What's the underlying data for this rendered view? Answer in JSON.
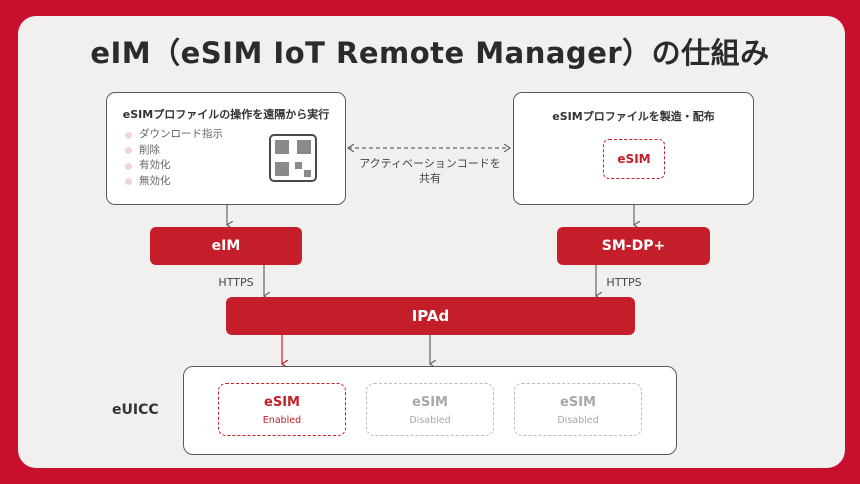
{
  "title": "eIM（eSIM IoT Remote Manager）の仕組み",
  "left_box": {
    "title": "eSIMプロファイルの操作を遠隔から実行",
    "items": [
      "ダウンロード指示",
      "削除",
      "有効化",
      "無効化"
    ]
  },
  "right_box": {
    "title": "eSIMプロファイルを製造・配布",
    "tag": "eSIM"
  },
  "share_label_line1": "アクティベーションコードを",
  "share_label_line2": "共有",
  "eim_label": "eIM",
  "smdp_label": "SM-DP+",
  "https_left": "HTTPS",
  "https_right": "HTTPS",
  "ipad_label": "IPAd",
  "euicc_label": "eUICC",
  "slots": [
    {
      "name": "eSIM",
      "status": "Enabled"
    },
    {
      "name": "eSIM",
      "status": "Disabled"
    },
    {
      "name": "eSIM",
      "status": "Disabled"
    }
  ],
  "colors": {
    "brand": "#c8102e",
    "accent": "#c41e2a",
    "card": "#f1f0ef"
  }
}
